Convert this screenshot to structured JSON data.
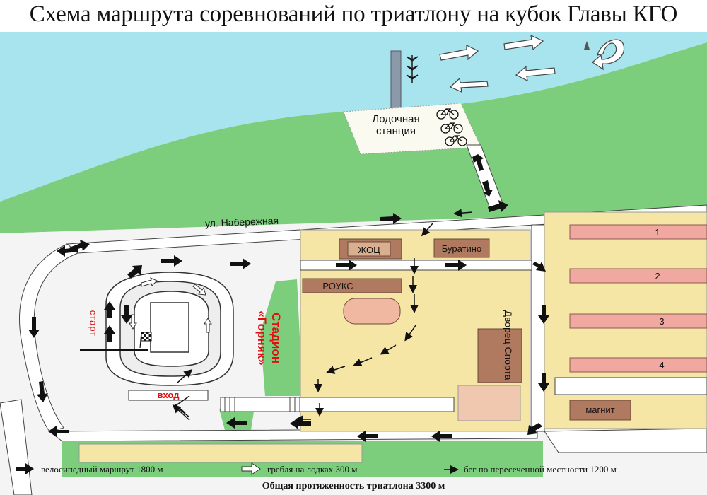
{
  "title": "Схема маршрута соревнований по триатлону на кубок Главы КГО",
  "labels": {
    "street": "ул. Набережная",
    "boat_station_line1": "Лодочная",
    "boat_station_line2": "станция",
    "stadium_line1": "Стадион",
    "stadium_line2": "«Горняк»",
    "start": "старт",
    "entry": "вход"
  },
  "buildings": {
    "zhots": "ЖОЦ",
    "buratino": "Буратино",
    "rouks": "РОУКС",
    "palace": "Дворец Спорта",
    "magnit": "магнит",
    "blocks": [
      "1",
      "2",
      "3",
      "4"
    ]
  },
  "legend": {
    "bike": "велосипедный маршрут 1800 м",
    "boat": "гребля на лодках 300 м",
    "run": "бег по пересеченной местности 1200 м",
    "total": "Общая протяженность триатлона 3300 м"
  },
  "colors": {
    "water": "#a8e4ee",
    "grass": "#7ccd7c",
    "building": "#f5e6a6",
    "building_dark": "#b07a60",
    "block_pink": "#f0a8a0",
    "accent_red": "#e01010"
  }
}
